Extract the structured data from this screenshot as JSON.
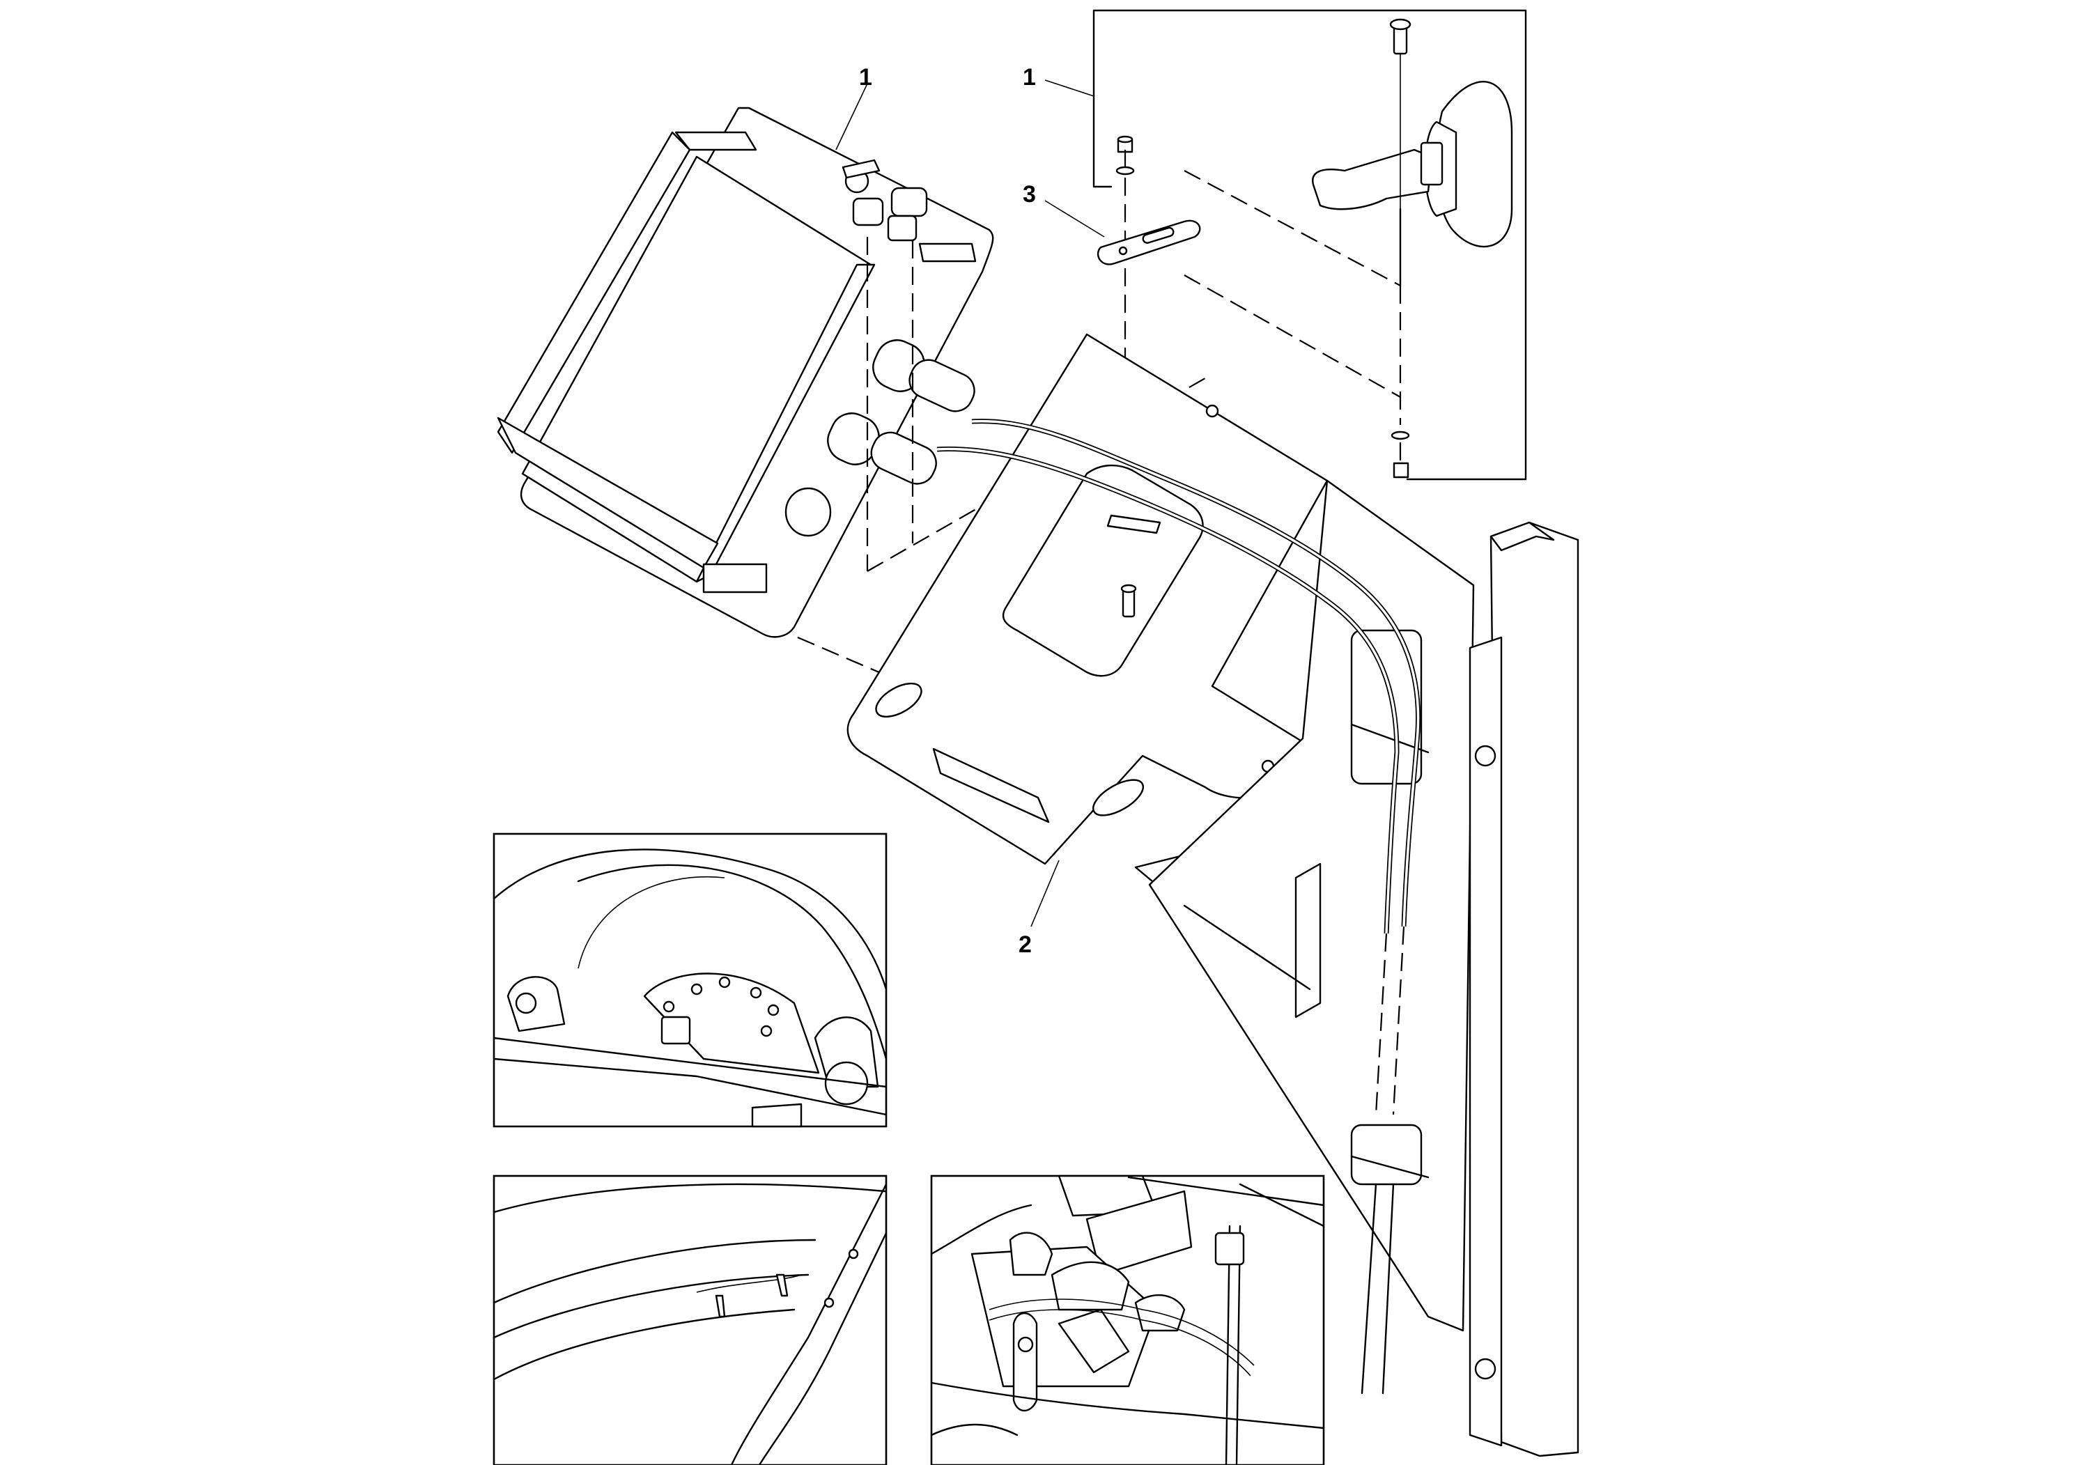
{
  "callouts": {
    "radio_unit_left": "1",
    "radio_unit_bracket_group": "1",
    "spacer_plate": "3",
    "mounting_plate": "2"
  },
  "detail_views": [
    "detail-view-upper",
    "detail-view-lower-left",
    "detail-view-lower-right"
  ]
}
